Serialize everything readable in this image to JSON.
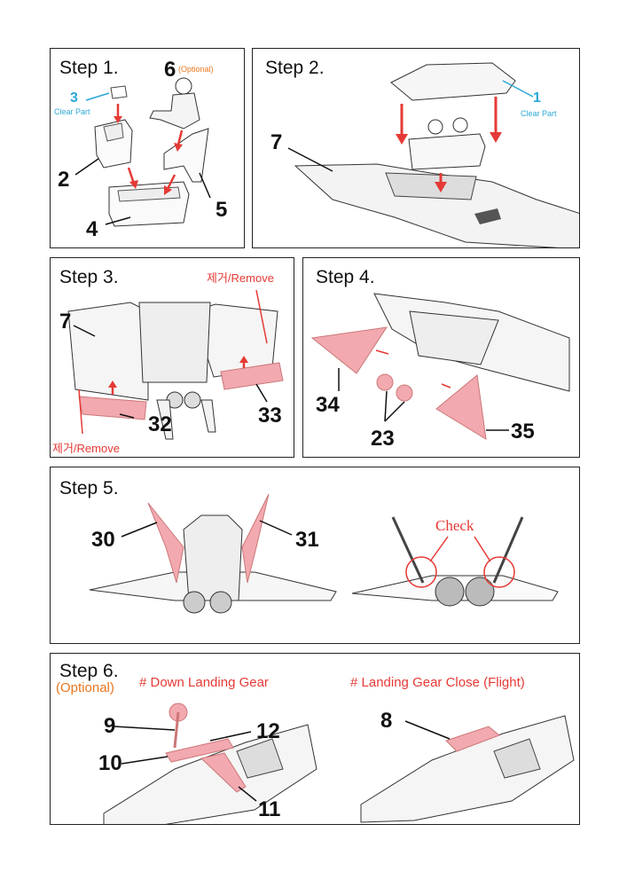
{
  "colors": {
    "accent_red": "#e53a35",
    "clear_blue": "#2aa7d6",
    "optional_orange": "#e8761e",
    "part_pink": "#f2a9b0"
  },
  "step1": {
    "title": "Step 1.",
    "part3": "3",
    "part3_note": "Clear Part",
    "part6": "6",
    "part6_note": "(Optional)",
    "part2": "2",
    "part4": "4",
    "part5": "5"
  },
  "step2": {
    "title": "Step 2.",
    "part1": "1",
    "part1_note": "Clear Part",
    "part7": "7"
  },
  "step3": {
    "title": "Step 3.",
    "remove_top": "제거/Remove",
    "remove_bottom": "제거/Remove",
    "part7": "7",
    "part32": "32",
    "part33": "33"
  },
  "step4": {
    "title": "Step 4.",
    "part34": "34",
    "part23": "23",
    "part35": "35"
  },
  "step5": {
    "title": "Step 5.",
    "part30": "30",
    "part31": "31",
    "check": "Check"
  },
  "step6": {
    "title": "Step 6.",
    "optional": "(Optional)",
    "down_heading": "#  Down Landing Gear",
    "close_heading": "#  Landing Gear Close (Flight)",
    "part9": "9",
    "part12": "12",
    "part10": "10",
    "part11": "11",
    "part8": "8"
  }
}
